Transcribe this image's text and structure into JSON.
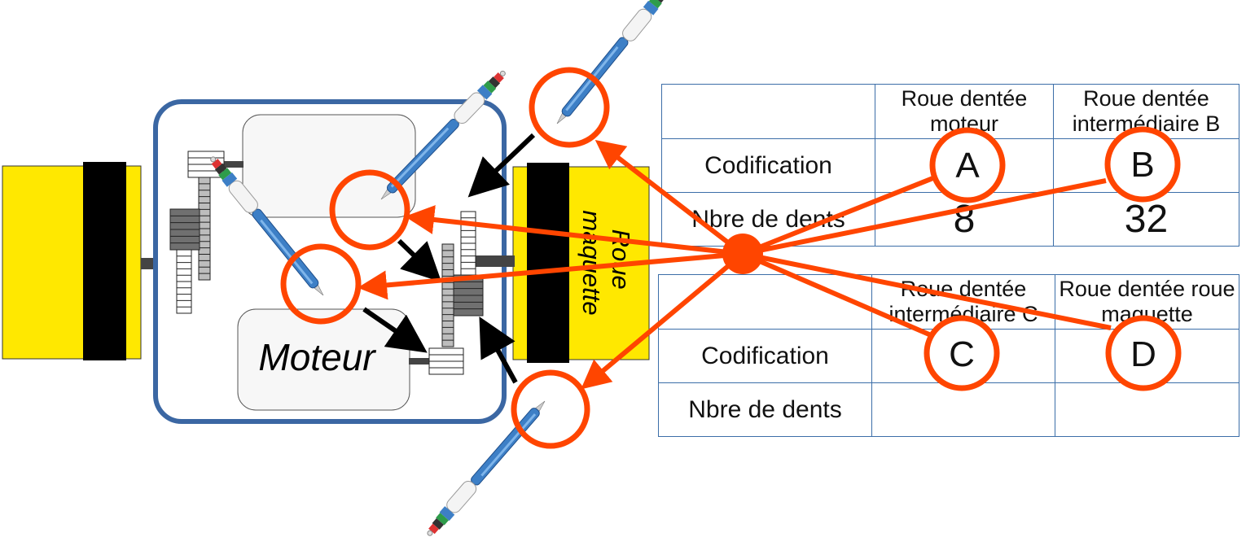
{
  "diagram": {
    "motor_label": "Moteur",
    "wheel_label": "Roue maquette",
    "colors": {
      "frame": "#3b67a3",
      "yellow": "#ffe800",
      "marker": "#ff4500",
      "gear_dark": "#707070",
      "gear_light": "#bdbdbd"
    }
  },
  "table1": {
    "headers": [
      "",
      "Roue dentée moteur",
      "Roue dentée intermédiaire B"
    ],
    "codification_label": "Codification",
    "teeth_label": "Nbre de dents",
    "teeth_values": [
      "8",
      "32"
    ]
  },
  "table2": {
    "headers": [
      "",
      "Roue dentée intermédiaire C",
      "Roue dentée roue maquette"
    ],
    "codification_label": "Codification",
    "teeth_label": "Nbre de dents",
    "teeth_values": [
      "",
      ""
    ]
  },
  "markers": [
    "A",
    "B",
    "C",
    "D"
  ]
}
